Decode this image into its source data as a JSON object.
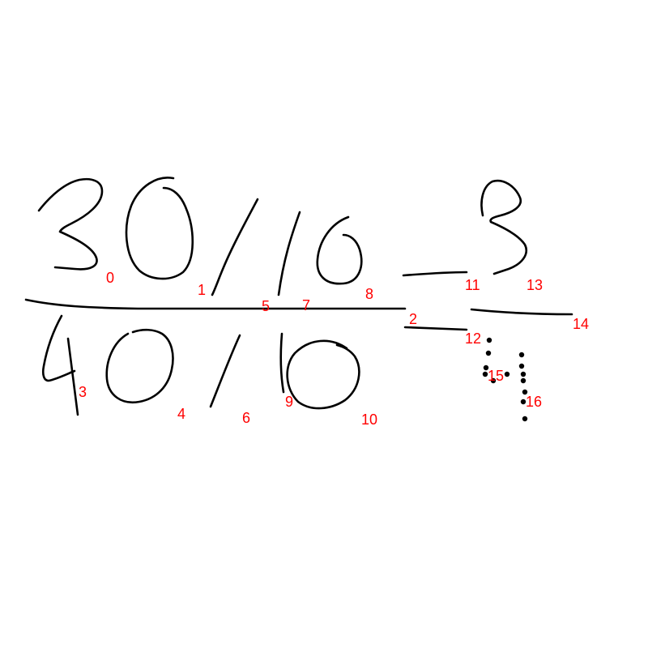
{
  "colors": {
    "background": "#ffffff",
    "ink": "#000000",
    "label": "#ff0000"
  },
  "labels": {
    "s0": "0",
    "s1": "1",
    "s2": "2",
    "s3": "3",
    "s4": "4",
    "s5": "5",
    "s6": "6",
    "s7": "7",
    "s8": "8",
    "s9": "9",
    "s10": "10",
    "s11": "11",
    "s12": "12",
    "s13": "13",
    "s14": "14",
    "s15": "15",
    "s16": "16"
  }
}
